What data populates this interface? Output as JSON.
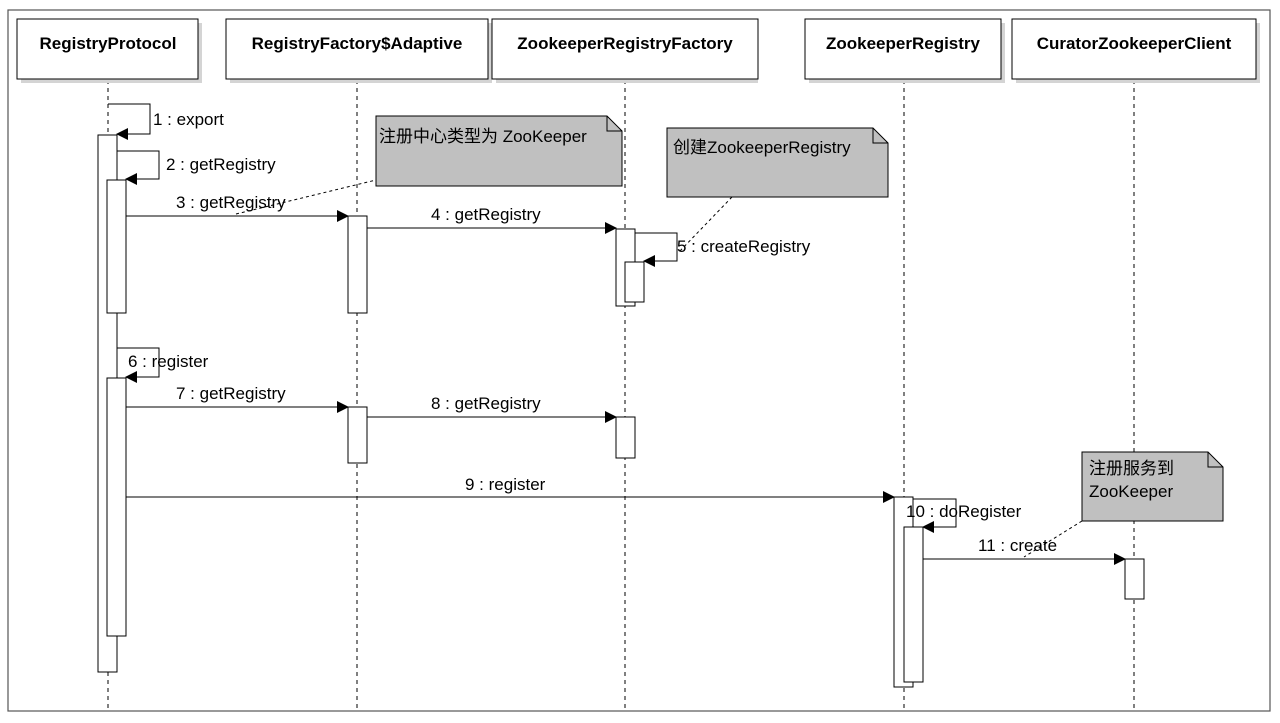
{
  "diagram": {
    "participants": [
      {
        "id": "registry-protocol",
        "label": "RegistryProtocol"
      },
      {
        "id": "registry-factory-adaptive",
        "label": "RegistryFactory$Adaptive"
      },
      {
        "id": "zookeeper-registry-factory",
        "label": "ZookeeperRegistryFactory"
      },
      {
        "id": "zookeeper-registry",
        "label": "ZookeeperRegistry"
      },
      {
        "id": "curator-zookeeper-client",
        "label": "CuratorZookeeperClient"
      }
    ],
    "messages": [
      {
        "num": "1",
        "label": "1 : export",
        "from": "registry-protocol",
        "to": "registry-protocol"
      },
      {
        "num": "2",
        "label": "2 : getRegistry",
        "from": "registry-protocol",
        "to": "registry-protocol"
      },
      {
        "num": "3",
        "label": "3 : getRegistry",
        "from": "registry-protocol",
        "to": "registry-factory-adaptive"
      },
      {
        "num": "4",
        "label": "4 : getRegistry",
        "from": "registry-factory-adaptive",
        "to": "zookeeper-registry-factory"
      },
      {
        "num": "5",
        "label": "5 : createRegistry",
        "from": "zookeeper-registry-factory",
        "to": "zookeeper-registry-factory"
      },
      {
        "num": "6",
        "label": "6 : register",
        "from": "registry-protocol",
        "to": "registry-protocol"
      },
      {
        "num": "7",
        "label": "7 : getRegistry",
        "from": "registry-protocol",
        "to": "registry-factory-adaptive"
      },
      {
        "num": "8",
        "label": "8 : getRegistry",
        "from": "registry-factory-adaptive",
        "to": "zookeeper-registry-factory"
      },
      {
        "num": "9",
        "label": "9 : register",
        "from": "registry-protocol",
        "to": "zookeeper-registry"
      },
      {
        "num": "10",
        "label": "10 : doRegister",
        "from": "zookeeper-registry",
        "to": "zookeeper-registry"
      },
      {
        "num": "11",
        "label": "11 : create",
        "from": "zookeeper-registry",
        "to": "curator-zookeeper-client"
      }
    ],
    "notes": [
      {
        "id": "note-zookeeper-type",
        "lines": [
          "注册中心类型为 ZooKeeper"
        ]
      },
      {
        "id": "note-create-registry",
        "lines": [
          "创建ZookeeperRegistry"
        ]
      },
      {
        "id": "note-register-service",
        "lines": [
          "注册服务到",
          "ZooKeeper"
        ]
      }
    ],
    "colors": {
      "line": "#000000",
      "note_fill": "#c0c0c0",
      "box_fill": "#ffffff",
      "shadow": "#d4d4d4"
    }
  }
}
